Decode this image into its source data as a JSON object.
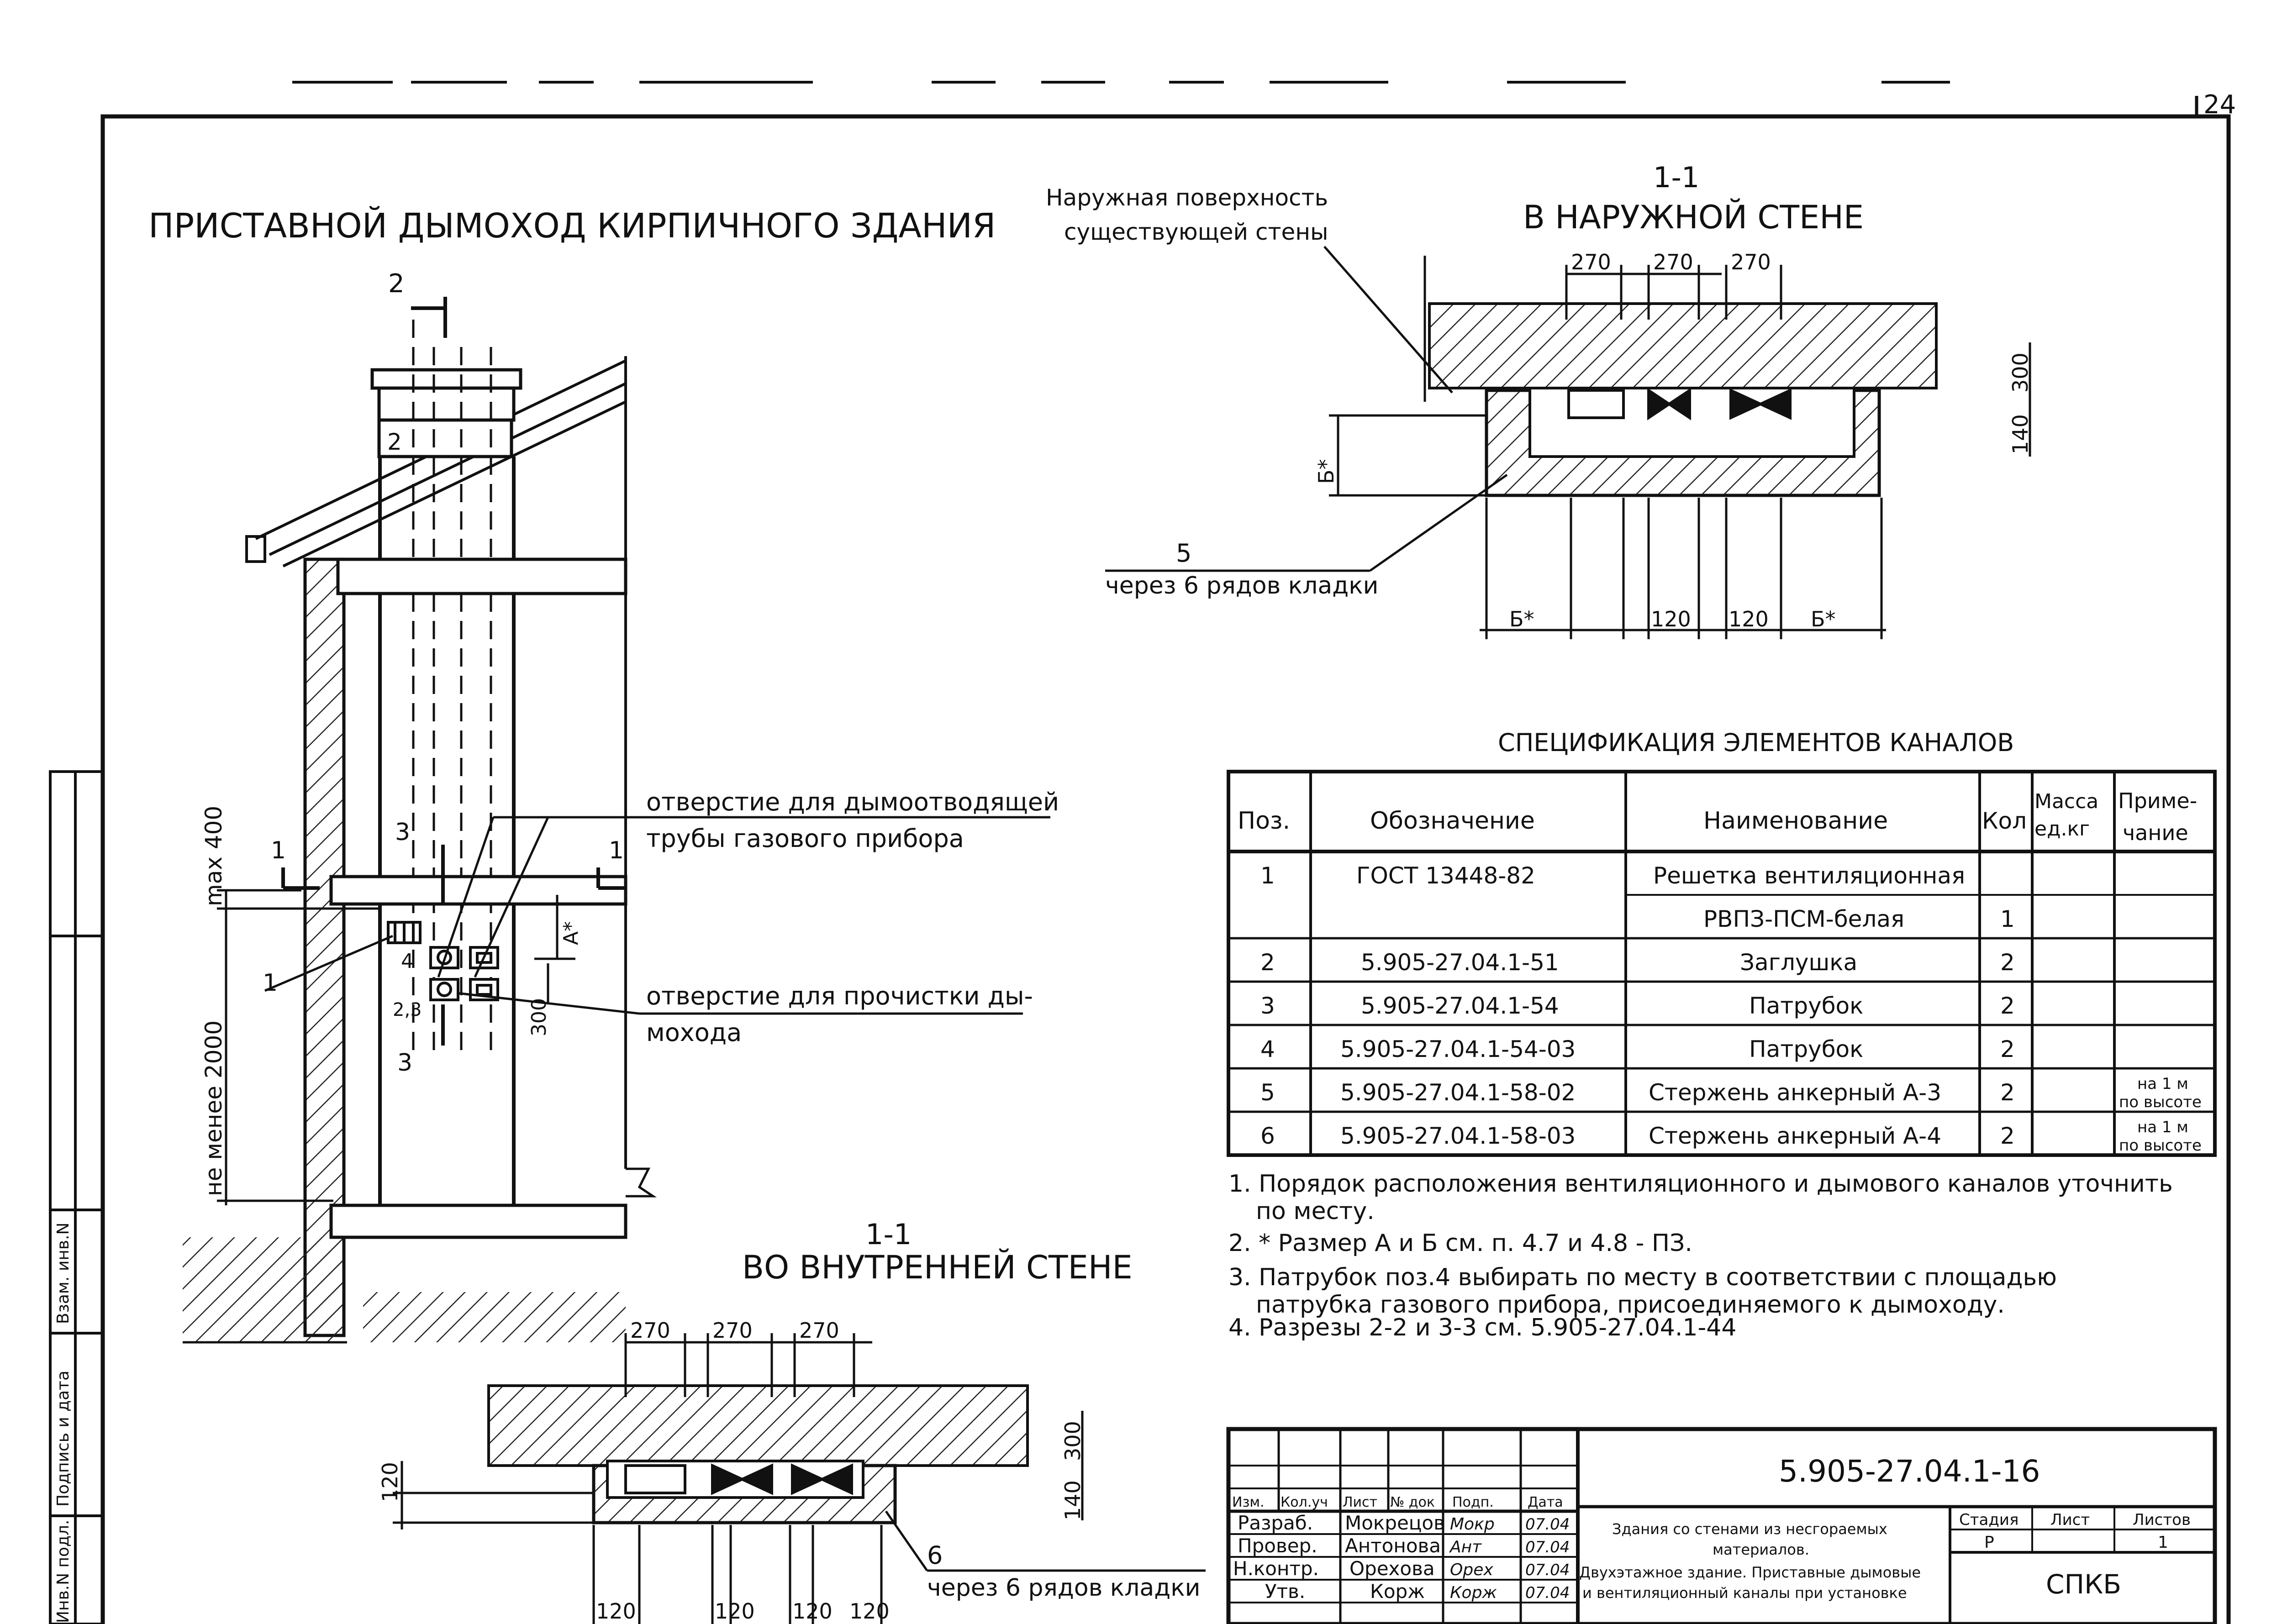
{
  "sheet": {
    "page_number": "24",
    "title": "ПРИСТАВНОЙ ДЫМОХОД КИРПИЧНОГО ЗДАНИЯ"
  },
  "elevation": {
    "label_section2": "2",
    "label_2_box": "2",
    "label_section1": "1",
    "label_section3": "3",
    "label_pos1": "1",
    "label_pos4": "4",
    "label_pos23": "2,3",
    "label_pos3": "3",
    "dim_max400": "max 400",
    "dim_min2000": "не менее  2000",
    "dim_a": "А*",
    "dim_300": "300",
    "callout_smoke_1": "отверстие для дымоотводящей",
    "callout_smoke_2": "трубы газового прибора",
    "callout_clean_1": "отверстие для прочистки ды-",
    "callout_clean_2": "мохода"
  },
  "section_outer": {
    "number": "1-1",
    "title": "В НАРУЖНОЙ СТЕНЕ",
    "leader_1": "Наружная поверхность",
    "leader_2": "существующей стены",
    "dim_270": [
      "270",
      "270",
      "270"
    ],
    "dim_300": "300",
    "dim_140": "140",
    "dim_b_left": "Б*",
    "dim_b_vert": "Б*",
    "dim_120": [
      "120",
      "120"
    ],
    "dim_b_right": "Б*",
    "pos": "5",
    "pos_note": "через 6 рядов кладки"
  },
  "section_inner": {
    "number": "1-1",
    "title": "ВО ВНУТРЕННЕЙ СТЕНЕ",
    "dim_270": [
      "270",
      "270",
      "270"
    ],
    "dim_300": "300",
    "dim_140": "140",
    "dim_120_left": "120",
    "dim_120": [
      "120",
      "120",
      "120",
      "120"
    ],
    "pos": "6",
    "pos_note": "через 6 рядов кладки"
  },
  "spec": {
    "title": "СПЕЦИФИКАЦИЯ ЭЛЕМЕНТОВ КАНАЛОВ",
    "headers": {
      "pos": "Поз.",
      "designation": "Обозначение",
      "name": "Наименование",
      "qty": "Кол",
      "mass_1": "Масса",
      "mass_2": "ед.кг",
      "note_1": "Приме-",
      "note_2": "чание"
    },
    "rows": [
      {
        "pos": "1",
        "designation": "ГОСТ 13448-82",
        "name": "Решетка вентиляционная",
        "qty": "",
        "note_1": "",
        "note_2": ""
      },
      {
        "pos": "",
        "designation": "",
        "name": "РВПЗ-ПСМ-белая",
        "qty": "1",
        "note_1": "",
        "note_2": ""
      },
      {
        "pos": "2",
        "designation": "5.905-27.04.1-51",
        "name": "Заглушка",
        "qty": "2",
        "note_1": "",
        "note_2": ""
      },
      {
        "pos": "3",
        "designation": "5.905-27.04.1-54",
        "name": "Патрубок",
        "qty": "2",
        "note_1": "",
        "note_2": ""
      },
      {
        "pos": "4",
        "designation": "5.905-27.04.1-54-03",
        "name": "Патрубок",
        "qty": "2",
        "note_1": "",
        "note_2": ""
      },
      {
        "pos": "5",
        "designation": "5.905-27.04.1-58-02",
        "name": "Стержень анкерный А-3",
        "qty": "2",
        "note_1": "на 1 м",
        "note_2": "по высоте"
      },
      {
        "pos": "6",
        "designation": "5.905-27.04.1-58-03",
        "name": "Стержень анкерный А-4",
        "qty": "2",
        "note_1": "на 1 м",
        "note_2": "по высоте"
      }
    ]
  },
  "notes": [
    "1. Порядок расположения вентиляционного и дымового каналов уточнить",
    "по месту.",
    "2. * Размер А и Б см. п. 4.7 и 4.8 - ПЗ.",
    "3. Патрубок поз.4 выбирать по месту в соответствии с площадью",
    "патрубка газового прибора, присоединяемого к дымоходу.",
    "4. Разрезы 2-2 и 3-3 см. 5.905-27.04.1-44"
  ],
  "left_strip": {
    "vzam": "Взам. инв.N",
    "podpis": "Подпись и дата",
    "inv": "Инв.N подл."
  },
  "title_block": {
    "code": "5.905-27.04.1-16",
    "col_headers": [
      "Изм.",
      "Кол.уч",
      "Лист",
      "№ док",
      "Подп.",
      "Дата"
    ],
    "roles": [
      {
        "role": "Разраб.",
        "name": "Мокрецов",
        "sign": "Мокр",
        "date": "07.04"
      },
      {
        "role": "Провер.",
        "name": "Антонова",
        "sign": "Ант",
        "date": "07.04"
      },
      {
        "role": "Н.контр.",
        "name": "Орехова",
        "sign": "Орех",
        "date": "07.04"
      },
      {
        "role": "Утв.",
        "name": "Корж",
        "sign": "Корж",
        "date": "07.04"
      }
    ],
    "desc_1": "Здания со стенами из несгораемых",
    "desc_2": "материалов.",
    "desc_3": "Двухэтажное здание. Приставные дымовые",
    "desc_4": "и вентиляционный каналы при установке",
    "stage_label": "Стадия",
    "sheet_label": "Лист",
    "sheets_label": "Листов",
    "stage": "Р",
    "sheet": "",
    "sheets": "1",
    "org": "СПКБ"
  }
}
